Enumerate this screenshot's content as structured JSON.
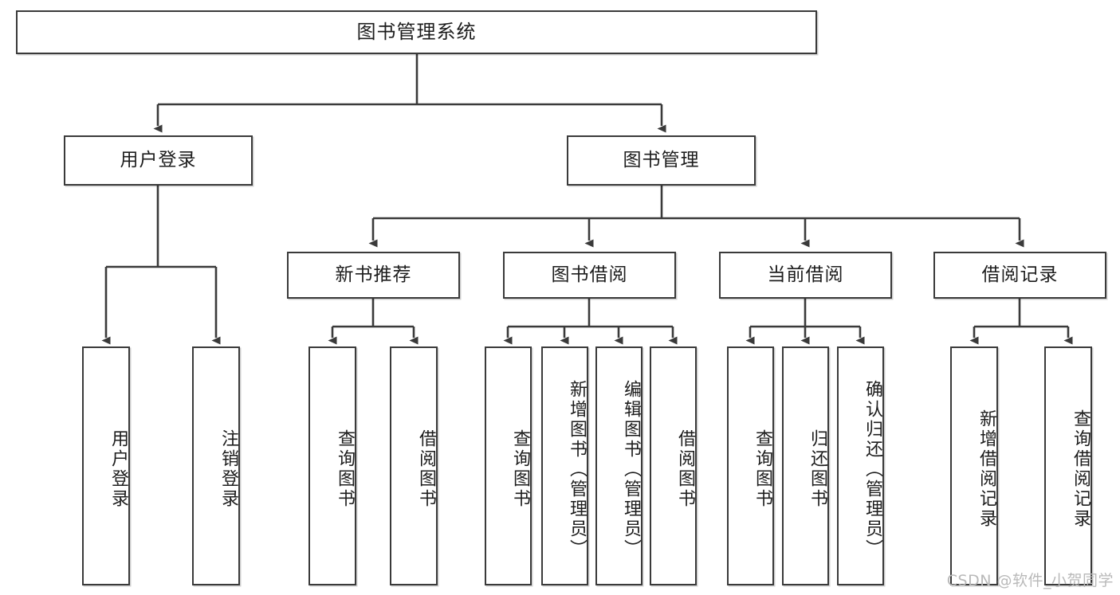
{
  "diagram": {
    "title": "图书管理系统",
    "watermark": "CSDN @软件_小贺同学",
    "edge_color": "#3a3a3a",
    "box_fill": "#ffffff",
    "text_color": "#1d1d1d",
    "watermark_color": "#b9b9b9",
    "type": "tree-hierarchy",
    "levels": 4
  },
  "nodes": {
    "root": {
      "label": "图书管理系统"
    },
    "level2": [
      {
        "id": "user-login",
        "label": "用户登录"
      },
      {
        "id": "book-management",
        "label": "图书管理"
      }
    ],
    "level3": [
      {
        "id": "new-book-recommend",
        "label": "新书推荐"
      },
      {
        "id": "book-borrow",
        "label": "图书借阅"
      },
      {
        "id": "current-borrow",
        "label": "当前借阅"
      },
      {
        "id": "borrow-record",
        "label": "借阅记录"
      }
    ],
    "leaves": {
      "user_login": [
        {
          "id": "leaf-user-login",
          "label": "用户登录"
        },
        {
          "id": "leaf-logout-login",
          "label": "注销登录"
        }
      ],
      "new_book_recommend": [
        {
          "id": "leaf-query-book-1",
          "label": "查询图书"
        },
        {
          "id": "leaf-borrow-book-1",
          "label": "借阅图书"
        }
      ],
      "book_borrow": [
        {
          "id": "leaf-query-book-2",
          "label": "查询图书"
        },
        {
          "id": "leaf-add-book",
          "label": "新增图书（管理员）"
        },
        {
          "id": "leaf-edit-book",
          "label": "编辑图书（管理员）"
        },
        {
          "id": "leaf-borrow-book-2",
          "label": "借阅图书"
        }
      ],
      "current_borrow": [
        {
          "id": "leaf-query-book-3",
          "label": "查询图书"
        },
        {
          "id": "leaf-return-book",
          "label": "归还图书"
        },
        {
          "id": "leaf-confirm-return",
          "label": "确认归还（管理员）"
        }
      ],
      "borrow_record": [
        {
          "id": "leaf-add-record",
          "label": "新增借阅记录"
        },
        {
          "id": "leaf-query-record",
          "label": "查询借阅记录"
        }
      ]
    }
  }
}
